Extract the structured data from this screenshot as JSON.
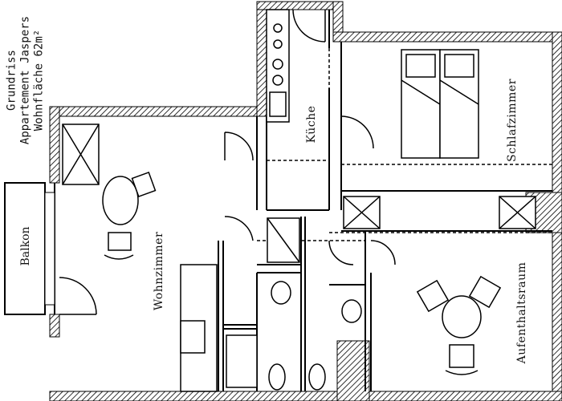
{
  "title": {
    "line1": "Grundriss",
    "line2": "Appartement Jaspers",
    "line3": "Wohnfläche 62m²"
  },
  "rooms": {
    "balkon": "Balkon",
    "wohnzimmer": "Wohnzimmer",
    "kueche": "Küche",
    "schlafzimmer": "Schlafzimmer",
    "aufenthaltsraum": "Aufenthaltsraum"
  },
  "colors": {
    "wall": "#000000",
    "hatch": "#000000",
    "background": "#ffffff"
  }
}
